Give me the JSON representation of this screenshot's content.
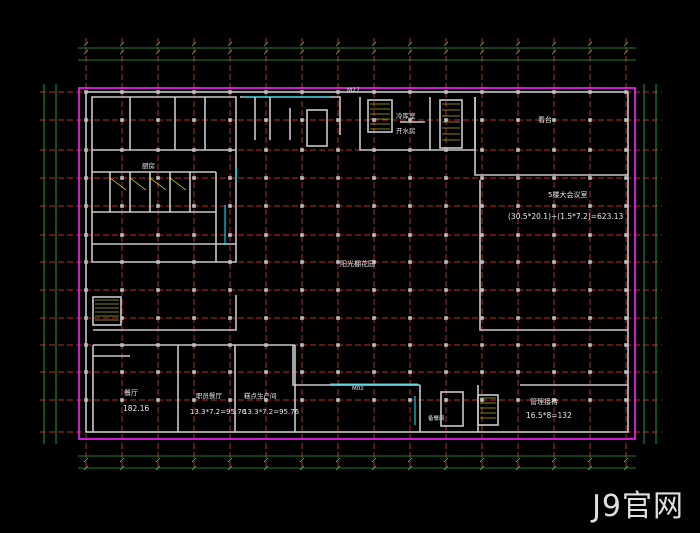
{
  "rooms": {
    "top_mid": "M27",
    "stage_stair_a": "冷库室",
    "stage_stair_b": "开水房",
    "balcony": "看台",
    "hall_label": "5楼大会议室",
    "hall_formula": "(30.5*20.1)+(1.5*7.2)=623.13",
    "atrium": "阳光棚花园",
    "kitchen": "厨房",
    "canteen": "餐厅",
    "canteen_area": "182.16",
    "canteen2": "职员餐厅",
    "canteen2_area": "13.3*7.2=95.76",
    "tea_room": "糕点生产间",
    "tea_room_area": "13.3*7.2=95.76",
    "mid_bottom": "M02",
    "pantry": "备餐间",
    "manager": "管理接待",
    "manager_area": "16.5*8=132"
  },
  "colors": {
    "background": "#000000",
    "axis_grid": "#ff3a3a",
    "boundary": "#ff22ff",
    "walls": "#c8c8c8",
    "dimension": "#33ff66",
    "accent": "#00e5ff",
    "fixture": "#ffff33"
  },
  "watermark": "J9官网"
}
